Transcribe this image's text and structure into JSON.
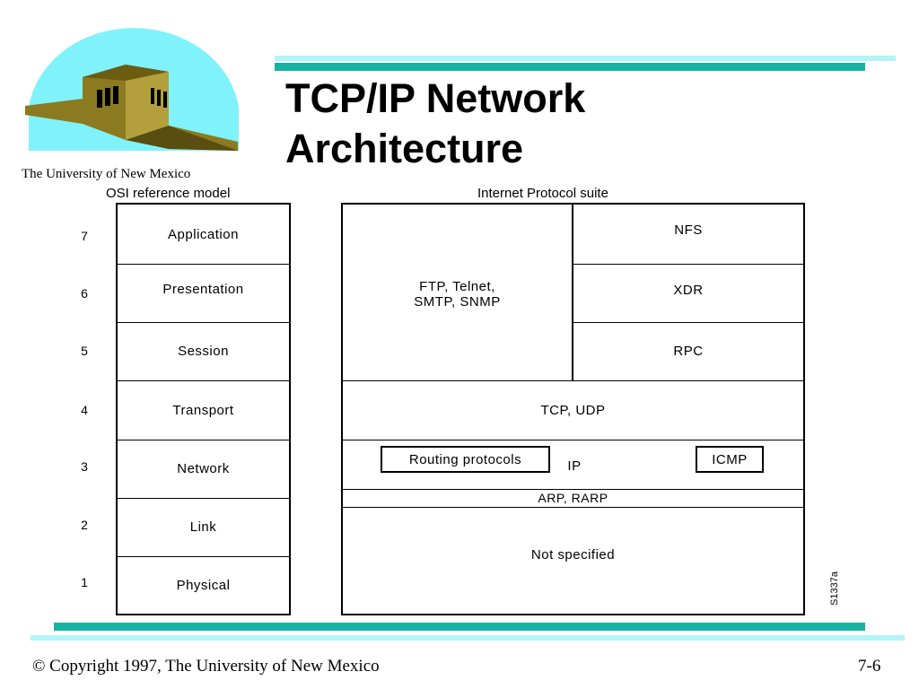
{
  "logo": {
    "caption": "The University of New Mexico"
  },
  "title": {
    "line1": "TCP/IP Network",
    "line2": "Architecture"
  },
  "osi": {
    "header": "OSI reference model",
    "layers": [
      {
        "number": "7",
        "name": "Application"
      },
      {
        "number": "6",
        "name": "Presentation"
      },
      {
        "number": "5",
        "name": "Session"
      },
      {
        "number": "4",
        "name": "Transport"
      },
      {
        "number": "3",
        "name": "Network"
      },
      {
        "number": "2",
        "name": "Link"
      },
      {
        "number": "1",
        "name": "Physical"
      }
    ]
  },
  "ip_suite": {
    "header": "Internet Protocol suite",
    "app_protocols_line1": "FTP, Telnet,",
    "app_protocols_line2": "SMTP, SNMP",
    "nfs": "NFS",
    "xdr": "XDR",
    "rpc": "RPC",
    "transport": "TCP, UDP",
    "routing": "Routing protocols",
    "ip": "IP",
    "icmp": "ICMP",
    "arp": "ARP, RARP",
    "physical": "Not specified"
  },
  "figure_id": "S1337a",
  "footer": {
    "copyright": "© Copyright 1997, The University of New Mexico",
    "page": "7-6"
  }
}
